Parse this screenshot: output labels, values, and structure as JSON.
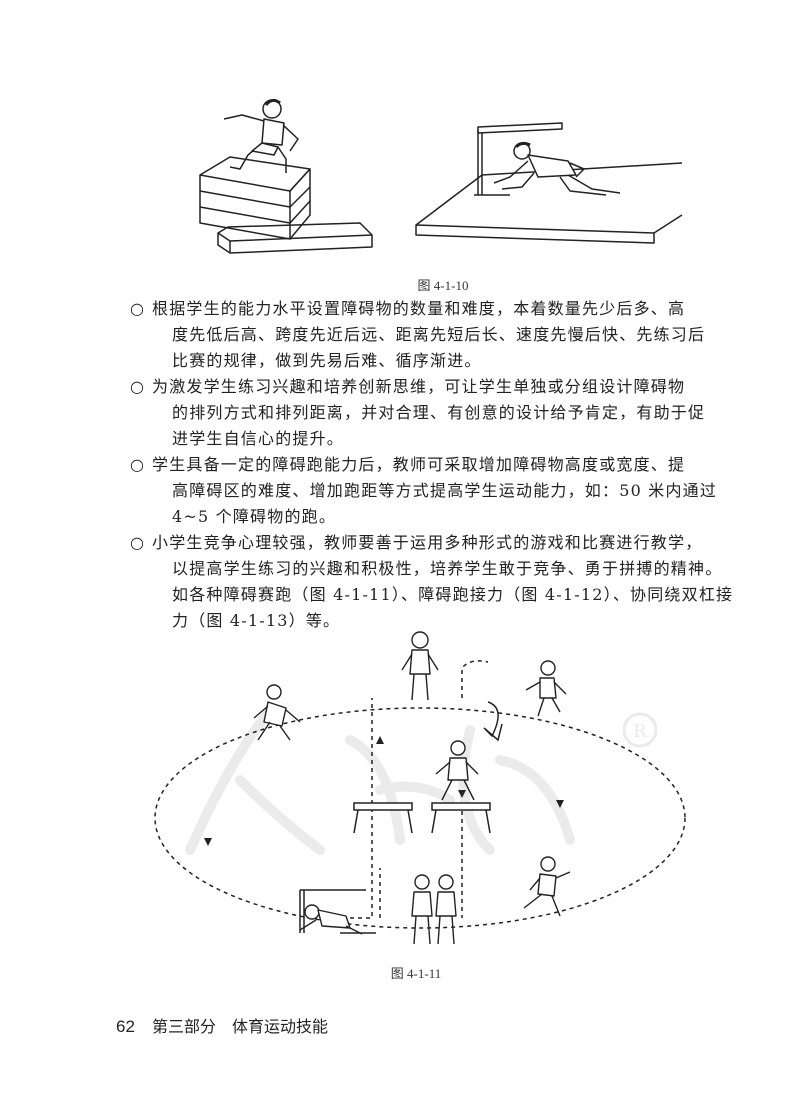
{
  "figures": {
    "fig_a_caption": "图 4-1-10",
    "fig_b_caption": "图 4-1-11"
  },
  "paragraphs": [
    {
      "bullet": "○",
      "lines": [
        "根据学生的能力水平设置障碍物的数量和难度，本着数量先少后多、高",
        "度先低后高、跨度先近后远、距离先短后长、速度先慢后快、先练习后",
        "比赛的规律，做到先易后难、循序渐进。"
      ]
    },
    {
      "bullet": "○",
      "lines": [
        "为激发学生练习兴趣和培养创新思维，可让学生单独或分组设计障碍物",
        "的排列方式和排列距离，并对合理、有创意的设计给予肯定，有助于促",
        "进学生自信心的提升。"
      ]
    },
    {
      "bullet": "○",
      "lines": [
        "学生具备一定的障碍跑能力后，教师可采取增加障碍物高度或宽度、提",
        "高障碍区的难度、增加跑距等方式提高学生运动能力，如：50 米内通过",
        "4~5 个障碍物的跑。"
      ]
    },
    {
      "bullet": "○",
      "lines": [
        "小学生竞争心理较强，教师要善于运用多种形式的游戏和比赛进行教学，",
        "以提高学生练习的兴趣和积极性，培养学生敢于竞争、勇于拼搏的精神。",
        "如各种障碍赛跑（图 4-1-11）、障碍跑接力（图 4-1-12）、协同绕双杠接",
        "力（图 4-1-13）等。"
      ]
    }
  ],
  "footer": {
    "page_number": "62",
    "section": "第三部分　体育运动技能"
  },
  "watermark": {
    "text": "人教版",
    "registered": "®"
  }
}
